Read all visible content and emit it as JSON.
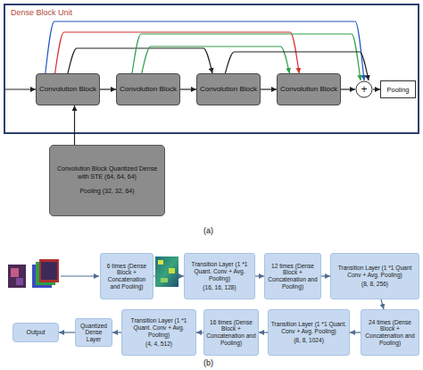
{
  "diagram": {
    "nodes": [
      {
        "text": [
          "Dense Block Unit"
        ]
      },
      {
        "text": [
          "Convolution Block"
        ],
        "in": 0
      },
      {
        "text": [
          "Convolution Block"
        ],
        "in": 0
      },
      {
        "text": [
          "Convolution Block"
        ],
        "in": 0
      },
      {
        "text": [
          "Convolution Block"
        ],
        "in": 0
      },
      {
        "text": [
          "+"
        ],
        "in": 0
      },
      {
        "text": [
          "Pooling"
        ],
        "in": 0
      },
      {
        "text": [
          "Convolution Block Quantized Dense with STE (64, 64, 64)",
          "Pooling (32, 32, 64)"
        ]
      },
      {
        "text": [
          "6 times (Dense Block + Concatenation and Pooling)"
        ]
      },
      {
        "text": [
          "Transition Layer (1 *1 Quant. Conv + Avg. Pooling)",
          "(16, 16, 128)"
        ]
      },
      {
        "text": [
          "12 times (Dense Block + Concatenation and Pooling)"
        ]
      },
      {
        "text": [
          "Transition Layer (1 *1 Quant Conv + Avg. Pooling)",
          "(8, 8, 256)"
        ]
      },
      {
        "text": [
          "24 times (Dense Block + Concatenation and Pooling)"
        ]
      },
      {
        "text": [
          "Transition Layer (1 *1 Quant. Conv + Avg. Pooling)",
          "(8, 8, 1024)"
        ]
      },
      {
        "text": [
          "16 times (Dense Block + Concatenation and Pooling)"
        ]
      },
      {
        "text": [
          "Transition Layer (1 *1 Quant. Conv + Avg. Pooling)",
          "(4, 4, 512)"
        ]
      },
      {
        "text": [
          "Quantized Dense Layer"
        ]
      },
      {
        "text": [
          "Output"
        ]
      }
    ],
    "edges": [
      {
        "from": 1,
        "to": 2,
        "arrow": "to"
      },
      {
        "from": 2,
        "to": 3,
        "arrow": "to"
      },
      {
        "from": 3,
        "to": 4,
        "arrow": "to"
      },
      {
        "from": 4,
        "to": 5,
        "arrow": "to"
      },
      {
        "from": 5,
        "to": 6,
        "arrow": "to"
      },
      {
        "from": 1,
        "to": 3,
        "arrow": "to"
      },
      {
        "from": 1,
        "to": 4,
        "arrow": "to"
      },
      {
        "from": 1,
        "to": 5,
        "arrow": "to"
      },
      {
        "from": 2,
        "to": 4,
        "arrow": "to"
      },
      {
        "from": 2,
        "to": 5,
        "arrow": "to"
      },
      {
        "from": 3,
        "to": 5,
        "arrow": "to"
      },
      {
        "from": 7,
        "to": 1,
        "arrow": "to"
      },
      {
        "from": 8,
        "to": 9,
        "arrow": "to"
      },
      {
        "from": 9,
        "to": 10,
        "arrow": "to"
      },
      {
        "from": 10,
        "to": 11,
        "arrow": "to"
      },
      {
        "from": 11,
        "to": 12,
        "arrow": "to"
      },
      {
        "from": 12,
        "to": 13,
        "arrow": "to"
      },
      {
        "from": 13,
        "to": 14,
        "arrow": "to"
      },
      {
        "from": 14,
        "to": 15,
        "arrow": "to"
      },
      {
        "from": 15,
        "to": 16,
        "arrow": "to"
      },
      {
        "from": 16,
        "to": 17,
        "arrow": "to"
      }
    ],
    "labels": [
      "(a)",
      "(b)"
    ]
  }
}
